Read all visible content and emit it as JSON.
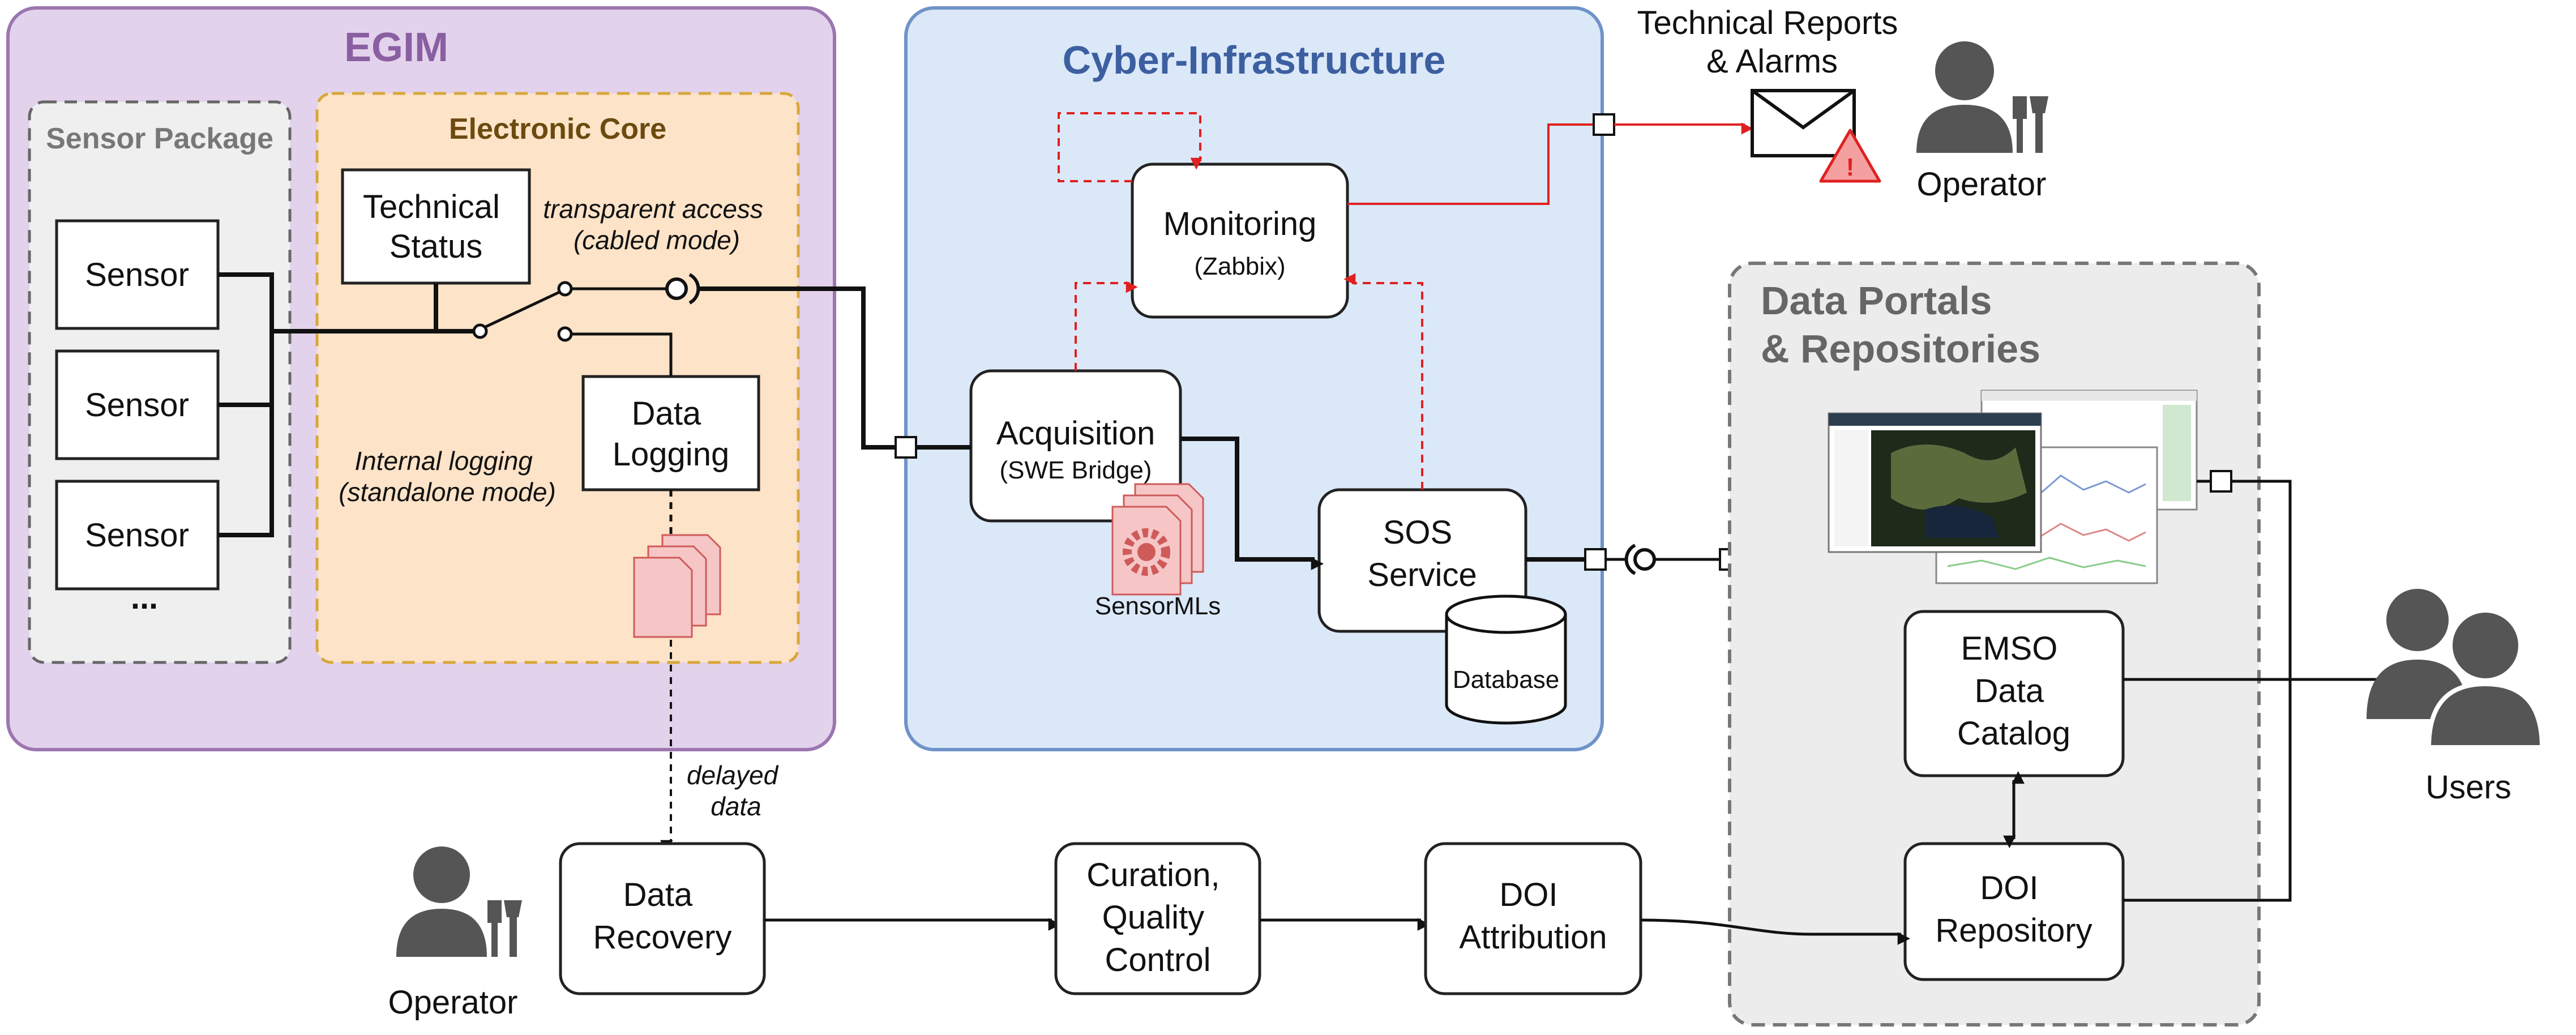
{
  "groups": {
    "egim": "EGIM",
    "sensor_package": "Sensor Package",
    "electronic_core": "Electronic Core",
    "cyber_infrastructure": "Cyber-Infrastructure",
    "data_portals": [
      "Data Portals",
      "& Repositories"
    ]
  },
  "sensors": [
    "Sensor",
    "Sensor",
    "Sensor"
  ],
  "sensor_more": "...",
  "electronic_core": {
    "technical_status": [
      "Technical",
      "Status"
    ],
    "data_logging": [
      "Data",
      "Logging"
    ],
    "transparent_access": [
      "transparent access",
      "(cabled mode)"
    ],
    "internal_logging": [
      "Internal logging",
      "(standalone mode)"
    ]
  },
  "cyber": {
    "monitoring": "Monitoring",
    "monitoring_sub": "(Zabbix)",
    "acquisition": "Acquisition",
    "acquisition_sub": "(SWE Bridge)",
    "sensormls": "SensorMLs",
    "sos_service": [
      "SOS",
      "Service"
    ],
    "database": "Database"
  },
  "reports": [
    "Technical Reports",
    "& Alarms"
  ],
  "operator_top": "Operator",
  "portals": {
    "emso_catalog": [
      "EMSO",
      "Data",
      "Catalog"
    ],
    "doi_repository": [
      "DOI",
      "Repository"
    ]
  },
  "users": "Users",
  "bottom": {
    "delayed_data": [
      "delayed",
      "data"
    ],
    "data_recovery": [
      "Data",
      "Recovery"
    ],
    "curation": [
      "Curation,",
      "Quality",
      "Control"
    ],
    "doi_attribution": [
      "DOI",
      "Attribution"
    ],
    "operator_bottom": "Operator"
  },
  "colors": {
    "egim_fill": "#e3d2ec",
    "egim_stroke": "#9c76b0",
    "egim_title": "#8a5fa2",
    "core_fill": "#fde3c8",
    "core_stroke": "#d8a73a",
    "core_title": "#6b4a10",
    "sensor_pkg_fill": "#efefef",
    "cyber_fill": "#dbe8f8",
    "cyber_stroke": "#6f93c8",
    "cyber_title": "#3c5fa0",
    "portal_fill": "#ececec",
    "portal_title": "#666666",
    "alarm_red": "#e02020",
    "doc_pink": "#f6c6c6",
    "doc_stroke": "#cf5a5a",
    "person": "#555555"
  }
}
